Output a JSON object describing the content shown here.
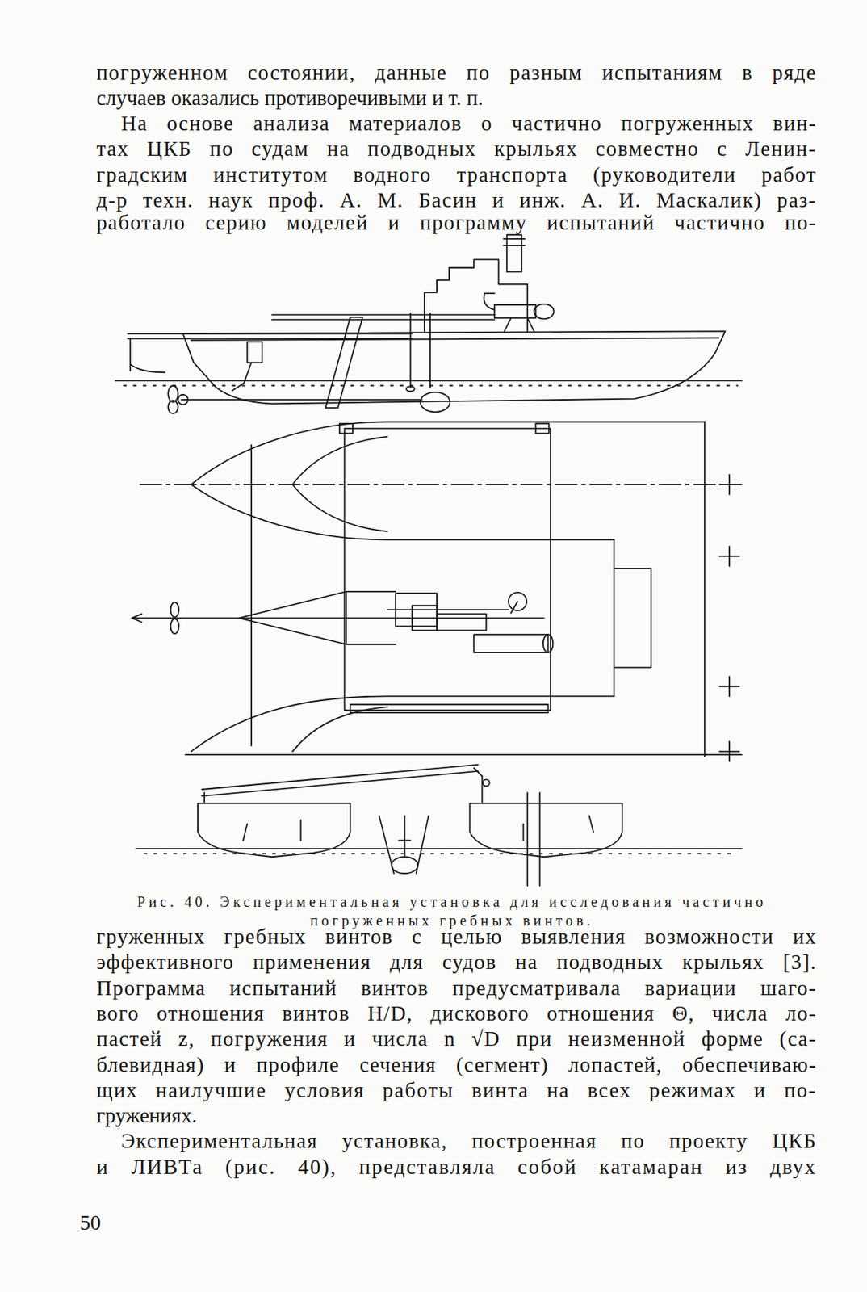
{
  "diagram": {
    "caption": "Рис. 40. Экспериментальная установка для исследования частично погруженных гребных винтов.",
    "labels": [
      "погруженном состоянии, данные по разным испытаниям в ряде",
      "случаев оказались противоречивыми и т. п.",
      "На основе анализа материалов о частично погруженных вин-",
      "тах ЦКБ по судам на подводных крыльях совместно с Ленин-",
      "градским институтом водного транспорта (руководители работ",
      "д-р техн. наук проф. А. М. Басин и инж. А. И. Маскалик) раз-",
      "работало серию моделей и программу испытаний частично по-",
      "груженных гребных винтов с целью выявления возможности их",
      "эффективного применения для судов на подводных крыльях [3].",
      "Программа испытаний винтов предусматривала вариации шаго-",
      "вого отношения винтов H/D, дискового отношения Θ, числа ло-",
      "пастей z, погружения и числа n √D при неизменной форме (са-",
      "блевидная) и профиле сечения (сегмент) лопастей, обеспечиваю-",
      "щих наилучшие условия работы винта на всех режимах и по-",
      "гружениях.",
      "Экспериментальная установка, построенная по проекту ЦКБ",
      "и ЛИВТа (рис. 40), представляла собой катамаран из двух",
      "50"
    ]
  }
}
